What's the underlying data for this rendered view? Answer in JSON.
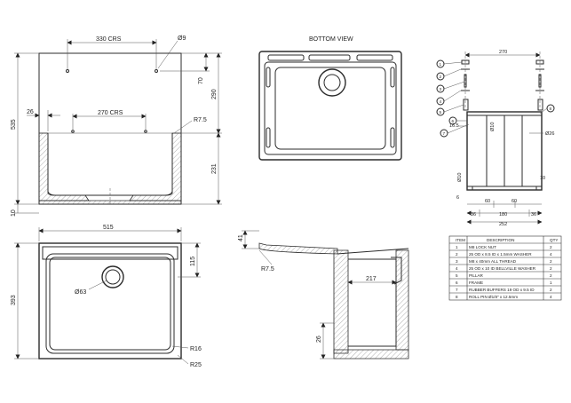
{
  "views": {
    "bottom_view_title": "BOTTOM VIEW"
  },
  "dimensions": {
    "crs_330": "330 CRS",
    "dia_9": "Ø9",
    "d_70": "70",
    "d_290": "290",
    "d_535": "535",
    "d_26_left": "26",
    "crs_270": "270 CRS",
    "r_7_5_top": "R7.5",
    "d_231": "231",
    "d_10": "10",
    "d_515": "515",
    "d_115": "115",
    "d_393": "393",
    "dia_63": "Ø63",
    "r_16": "R16",
    "r_25": "R25",
    "d_41": "41",
    "r_7_5_side": "R7.5",
    "d_217": "217",
    "d_26_side": "26",
    "frame_270": "270",
    "frame_16_5": "16.5",
    "frame_dia10_a": "Ø10",
    "frame_dia26": "Ø26",
    "frame_dia10_b": "Ø10",
    "frame_10": "10",
    "frame_6": "6",
    "frame_60_a": "60",
    "frame_60_b": "60",
    "frame_36_l": "36",
    "frame_180": "180",
    "frame_36_r": "36",
    "frame_252": "252"
  },
  "callouts": [
    "1",
    "2",
    "3",
    "4",
    "5",
    "6",
    "7",
    "8"
  ],
  "parts_table": {
    "headers": [
      "ITEM",
      "DESCRIPTION",
      "QTY"
    ],
    "rows": [
      [
        "1",
        "M8 LOCK NUT",
        "2"
      ],
      [
        "2",
        "25 OD x 8.5 ID x 1.5mm WASHER",
        "4"
      ],
      [
        "3",
        "M8 x 40mm ALL THREAD",
        "2"
      ],
      [
        "4",
        "25 OD x 10 ID BELLVILLE WASHER",
        "2"
      ],
      [
        "5",
        "PILLAR",
        "2"
      ],
      [
        "6",
        "FRAME",
        "1"
      ],
      [
        "7",
        "RUBBER BUFFERS 19 OD x 9.5 ID",
        "2"
      ],
      [
        "8",
        "ROLL PIN Ø1/8\" x 12.5mm",
        "4"
      ]
    ]
  },
  "colors": {
    "line": "#2b2b2b",
    "hatch": "#777777",
    "background": "#ffffff"
  }
}
